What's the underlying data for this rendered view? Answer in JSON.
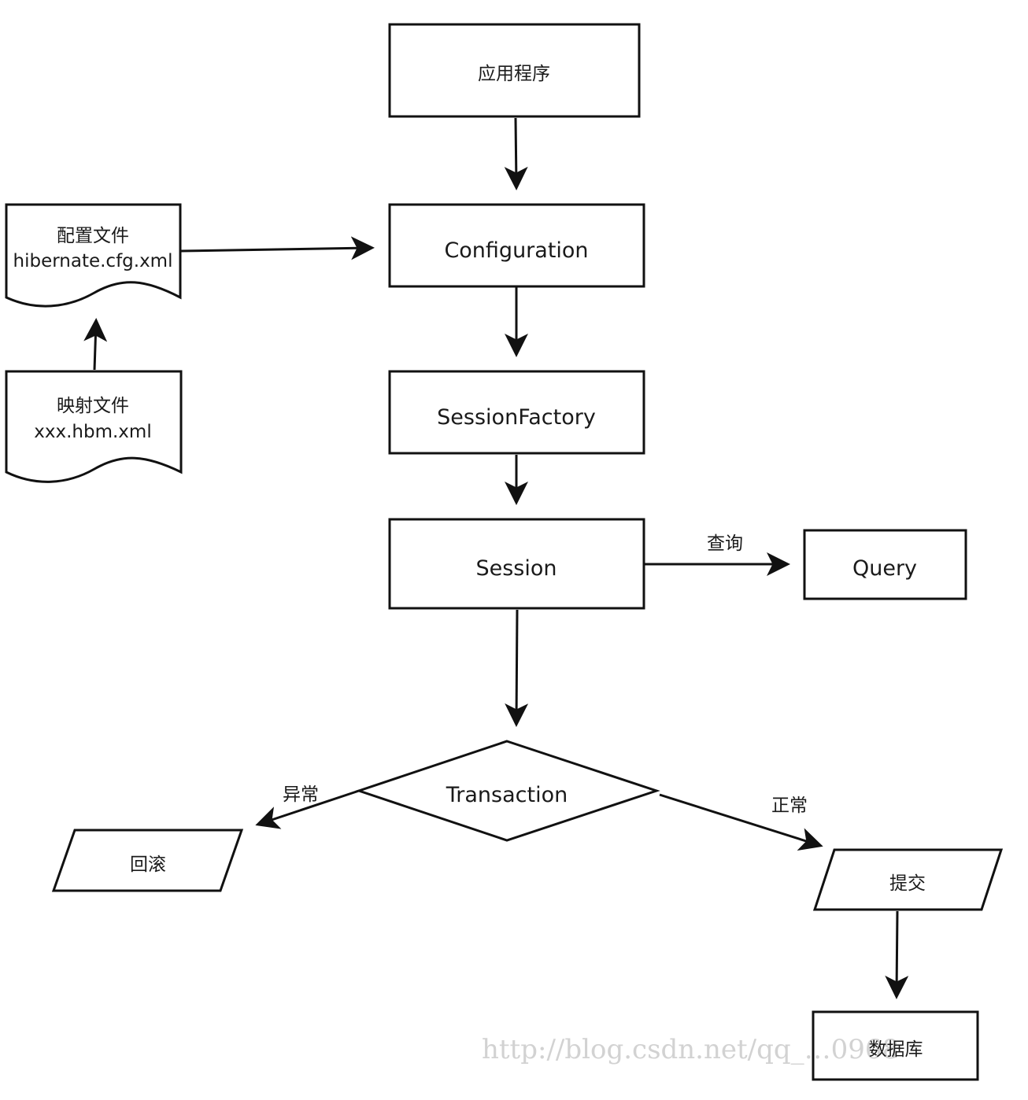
{
  "nodes": {
    "app": {
      "label": "应用程序"
    },
    "configuration": {
      "label": "Configuration"
    },
    "config_file": {
      "line1": "配置文件",
      "line2": "hibernate.cfg.xml"
    },
    "mapping_file": {
      "line1": "映射文件",
      "line2": "xxx.hbm.xml"
    },
    "session_factory": {
      "label": "SessionFactory"
    },
    "session": {
      "label": "Session"
    },
    "query": {
      "label": "Query"
    },
    "transaction": {
      "label": "Transaction"
    },
    "rollback": {
      "label": "回滚"
    },
    "commit": {
      "label": "提交"
    },
    "database": {
      "label": "数据库"
    }
  },
  "edges": {
    "query_label": "查询",
    "exception_label": "异常",
    "normal_label": "正常"
  },
  "watermark": "http://blog.csdn.net/qq_…0968"
}
